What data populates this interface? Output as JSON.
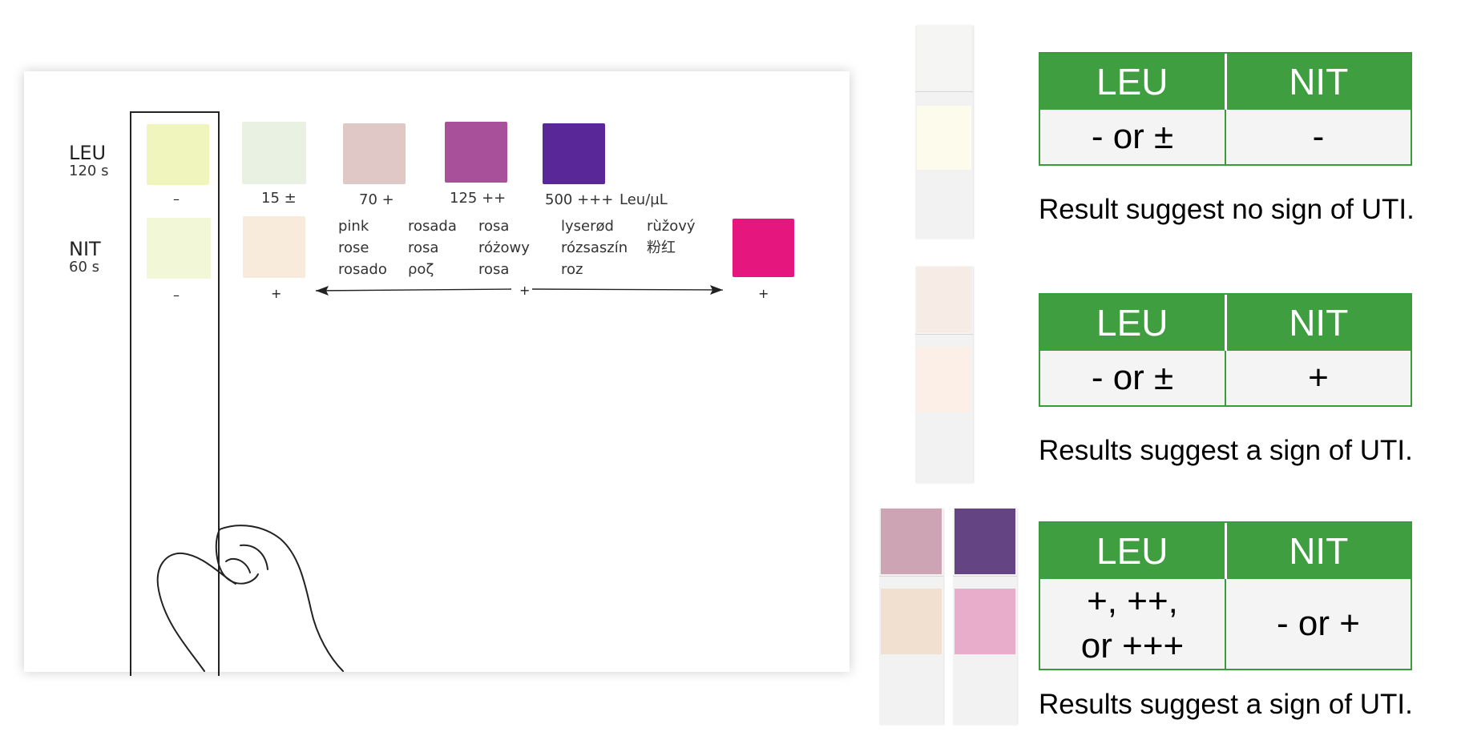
{
  "chart_card": {
    "leu_label": "LEU",
    "leu_time": "120 s",
    "nit_label": "NIT",
    "nit_time": "60 s",
    "leu_neg_symbol": "–",
    "nit_neg_symbol": "–",
    "leu_levels": [
      {
        "label": "15 ±",
        "color": "#e9f1e3"
      },
      {
        "label": "70 +",
        "color": "#dfc8c6"
      },
      {
        "label": "125 ++",
        "color": "#a9509b"
      },
      {
        "label": "500 +++",
        "color": "#5a2798"
      }
    ],
    "leu_unit": "Leu/µL",
    "leu_neg_color": "#f0f5bd",
    "nit_neg_color": "#f2f7d8",
    "nit_light_color": "#f8ebdb",
    "nit_pos_color": "#e6167f",
    "nit_light_symbol": "+",
    "nit_mid_symbol": "+",
    "nit_pos_symbol": "+",
    "pink_words": {
      "col1": "pink\nrose\nrosado",
      "col2": "rosada\nrosa\nροζ",
      "col3": "rosa\nróżowy\nrosa",
      "col4": "lyserød\nrózsaszín\nroz",
      "col5": "rùžový\n粉红"
    }
  },
  "results": [
    {
      "leu_header": "LEU",
      "nit_header": "NIT",
      "leu_value": "- or ±",
      "nit_value": "-",
      "text": "Result suggest no sign of UTI.",
      "strip_colors": [
        "#f5f5f3",
        "#fdfcec"
      ]
    },
    {
      "leu_header": "LEU",
      "nit_header": "NIT",
      "leu_value": "- or ±",
      "nit_value": "+",
      "text": "Results suggest a sign of UTI.",
      "strip_colors": [
        "#f6ece5",
        "#fcefe8"
      ]
    },
    {
      "leu_header": "LEU",
      "nit_header": "NIT",
      "leu_value": "+, ++,\nor +++",
      "nit_value": "- or +",
      "text": "Results suggest a sign of UTI.",
      "strip_colors": [
        "#cda4b3",
        "#f1dfd0"
      ],
      "strip2_colors": [
        "#644482",
        "#e8adcb"
      ]
    }
  ],
  "colors": {
    "table_header_green": "#3f9e3f",
    "table_border_green": "#3a9b3a"
  }
}
